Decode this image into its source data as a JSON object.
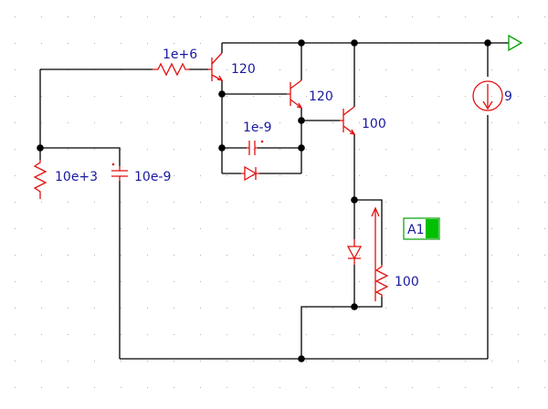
{
  "colors": {
    "wire": "#000000",
    "component": "#e01010",
    "label": "#1a1aa0",
    "ground": "#00a000",
    "probe_border": "#00a000",
    "probe_fill": "#ffffff",
    "probe_marker": "#00c000",
    "grid_dot": "#b0b0b0",
    "background": "#ffffff"
  },
  "components": {
    "r_base": {
      "label": "1e+6"
    },
    "q1": {
      "label": "120"
    },
    "q2": {
      "label": "120"
    },
    "q3": {
      "label": "100"
    },
    "c_feedback": {
      "label": "1e-9"
    },
    "r_left": {
      "label": "10e+3"
    },
    "c_left": {
      "label": "10e-9"
    },
    "current_source": {
      "label": "9"
    },
    "r_probe": {
      "label": "100"
    }
  },
  "probe": {
    "label": "A1"
  },
  "icons": {
    "ground": "ground-triangle-icon",
    "current_source": "current-source-icon",
    "diode": "diode-icon"
  }
}
